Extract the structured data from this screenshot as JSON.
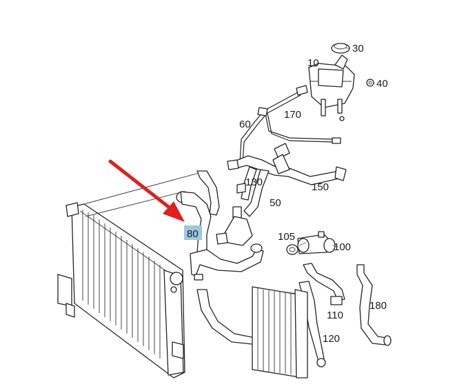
{
  "labels": {
    "p10": "10",
    "p30": "30",
    "p40": "40",
    "p50": "50",
    "p60": "60",
    "p80": "80",
    "p100": "100",
    "p105": "105",
    "p110": "110",
    "p120": "120",
    "p130": "130",
    "p150": "150",
    "p170": "170",
    "p180": "180"
  },
  "highlight": {
    "part": "80",
    "color": "#9cc8e0"
  },
  "pointer": {
    "color": "#e0201c"
  }
}
